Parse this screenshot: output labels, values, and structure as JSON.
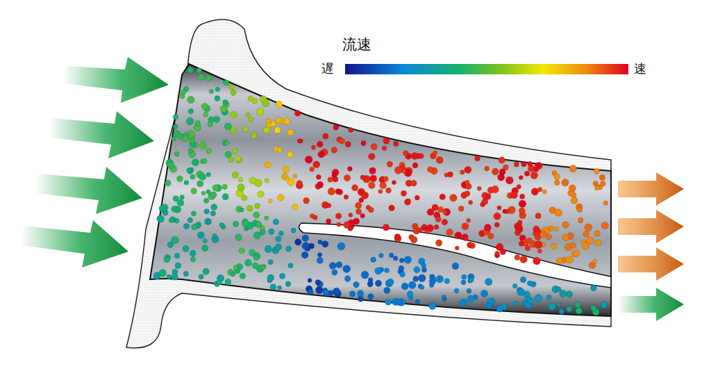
{
  "diagram": {
    "labels": [
      "流速",
      "遅",
      "速"
    ]
  }
}
